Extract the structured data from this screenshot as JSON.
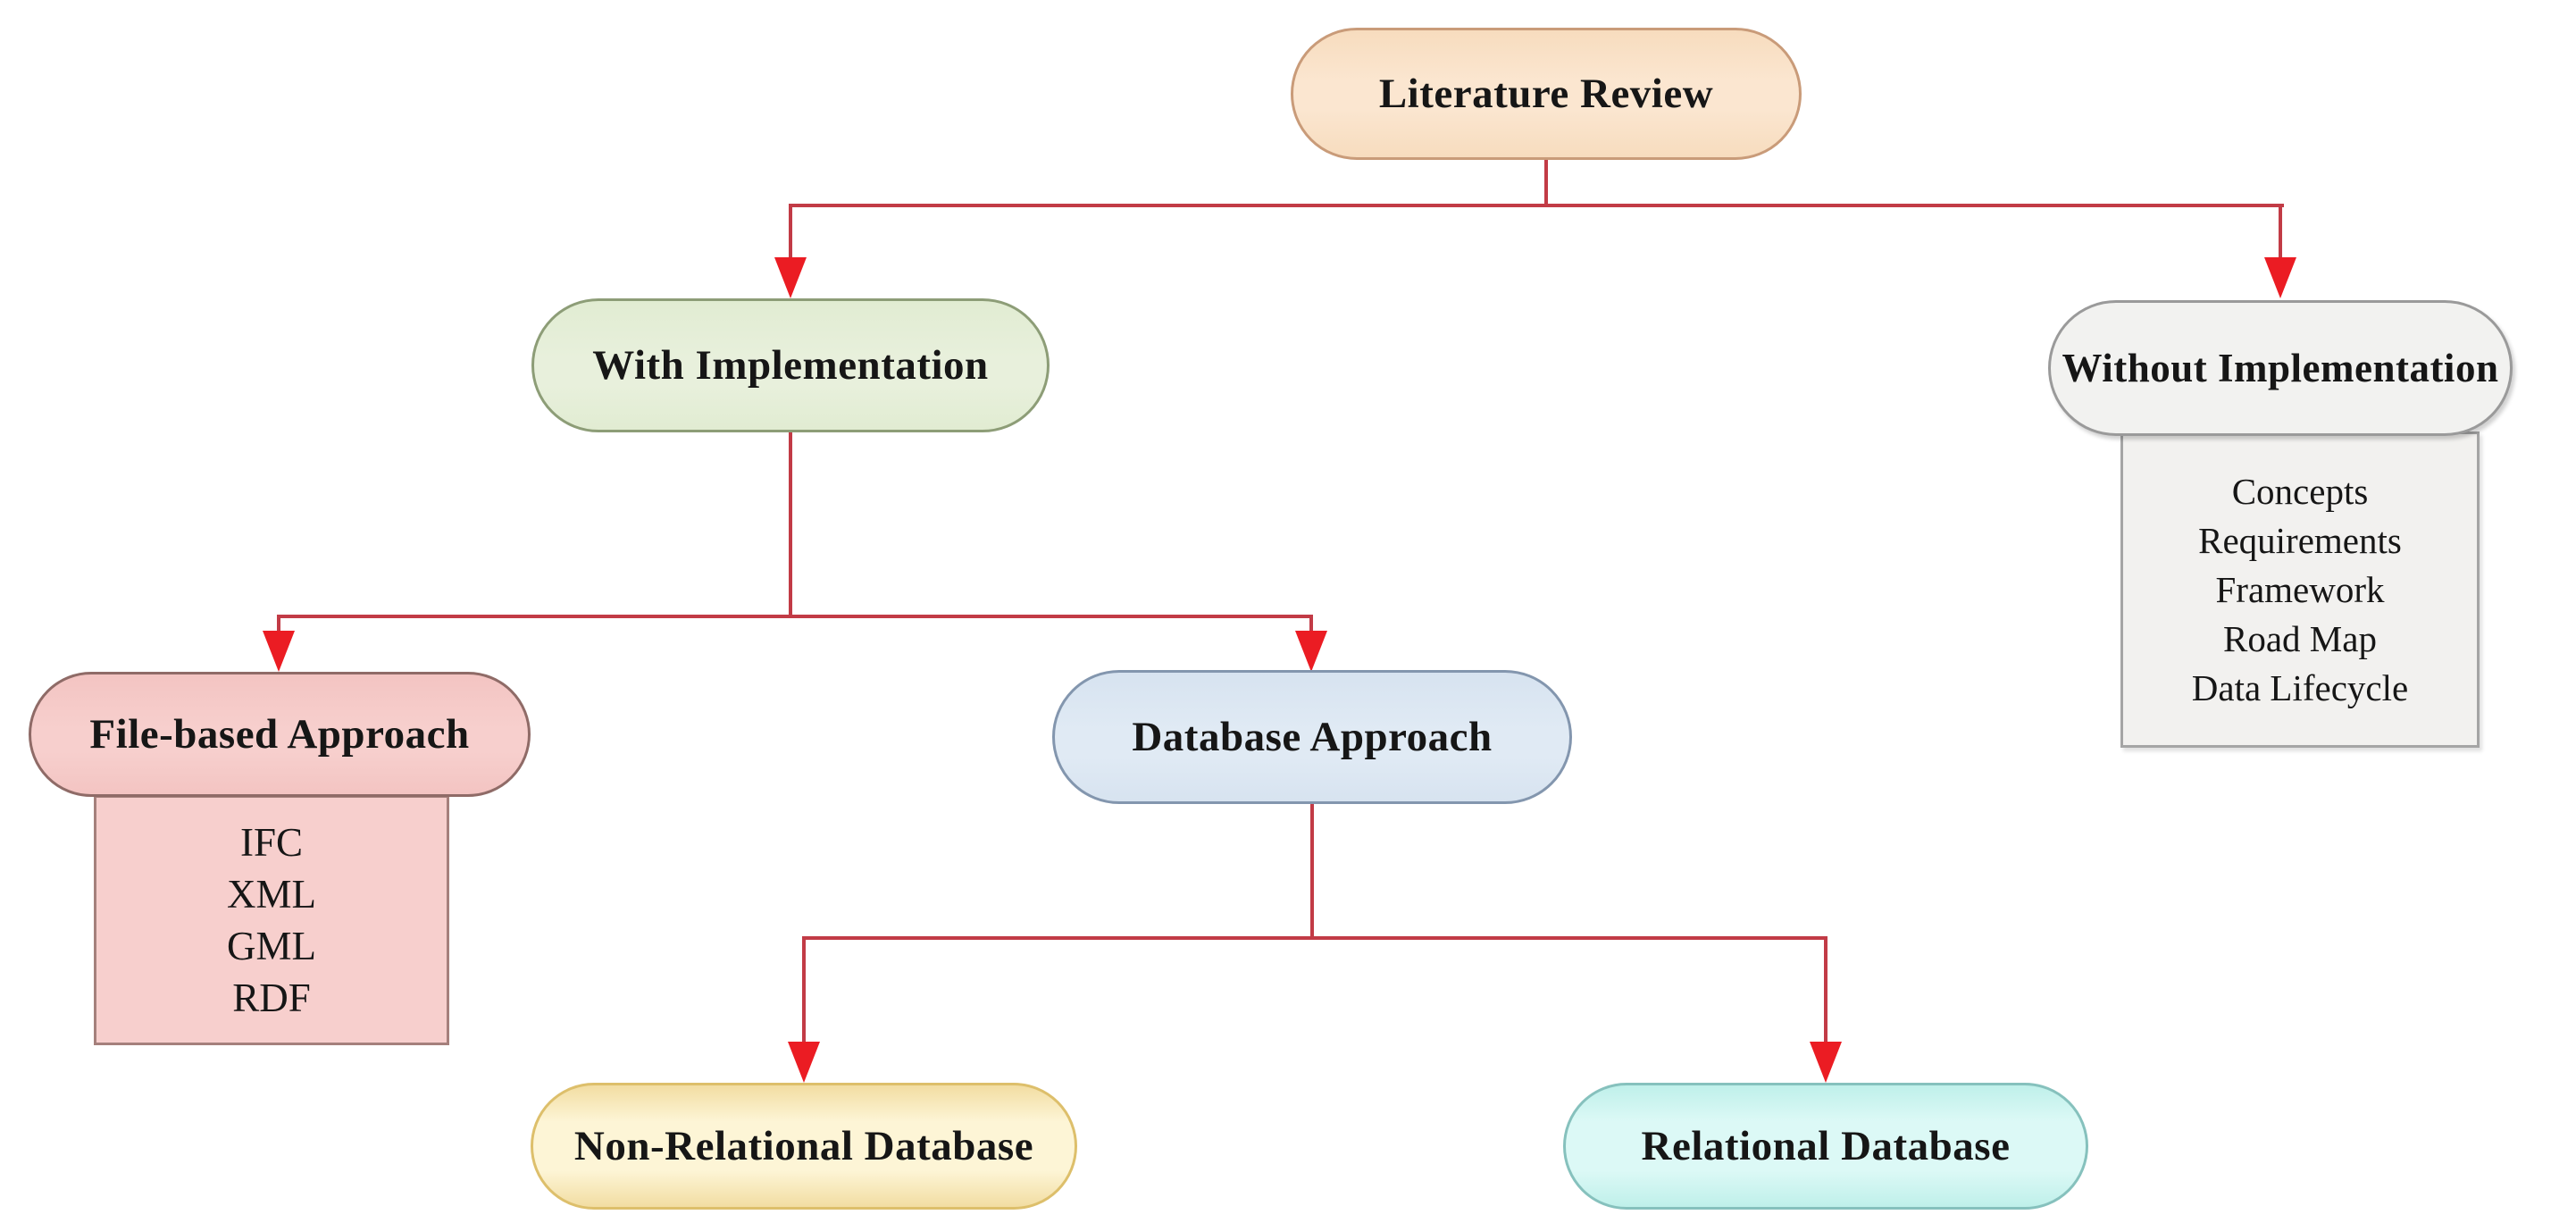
{
  "figure": {
    "title": "Literature Review classification diagram",
    "type": "tree-flowchart"
  },
  "colors": {
    "background": "#ffffff",
    "connector_line": "#c23b46",
    "arrowhead": "#eb1c23",
    "text": "#161616",
    "literature_fill": "#fbe6d0",
    "literature_border": "#c99b79",
    "with_impl_fill": "#e8f0dc",
    "with_impl_border": "#8d9d77",
    "without_impl_fill": "#f2f2f0",
    "without_impl_border": "#9a9a9a",
    "file_based_fill": "#f7cfcd",
    "file_based_border": "#8f6b67",
    "database_fill": "#e0eaf4",
    "database_border": "#8396ae",
    "non_relational_fill": "#fdf5d6",
    "non_relational_border": "#ddbf6b",
    "relational_fill": "#dcf9f6",
    "relational_border": "#86c1bd"
  },
  "nodes": {
    "literature_review": {
      "label": "Literature Review"
    },
    "with_implementation": {
      "label": "With Implementation"
    },
    "without_implementation": {
      "label": "Without Implementation",
      "items": [
        "Concepts",
        "Requirements",
        "Framework",
        "Road Map",
        "Data Lifecycle"
      ]
    },
    "file_based": {
      "label": "File-based Approach",
      "items": [
        "IFC",
        "XML",
        "GML",
        "RDF"
      ]
    },
    "database": {
      "label": "Database Approach"
    },
    "non_relational": {
      "label": "Non-Relational Database"
    },
    "relational": {
      "label": "Relational Database"
    }
  }
}
